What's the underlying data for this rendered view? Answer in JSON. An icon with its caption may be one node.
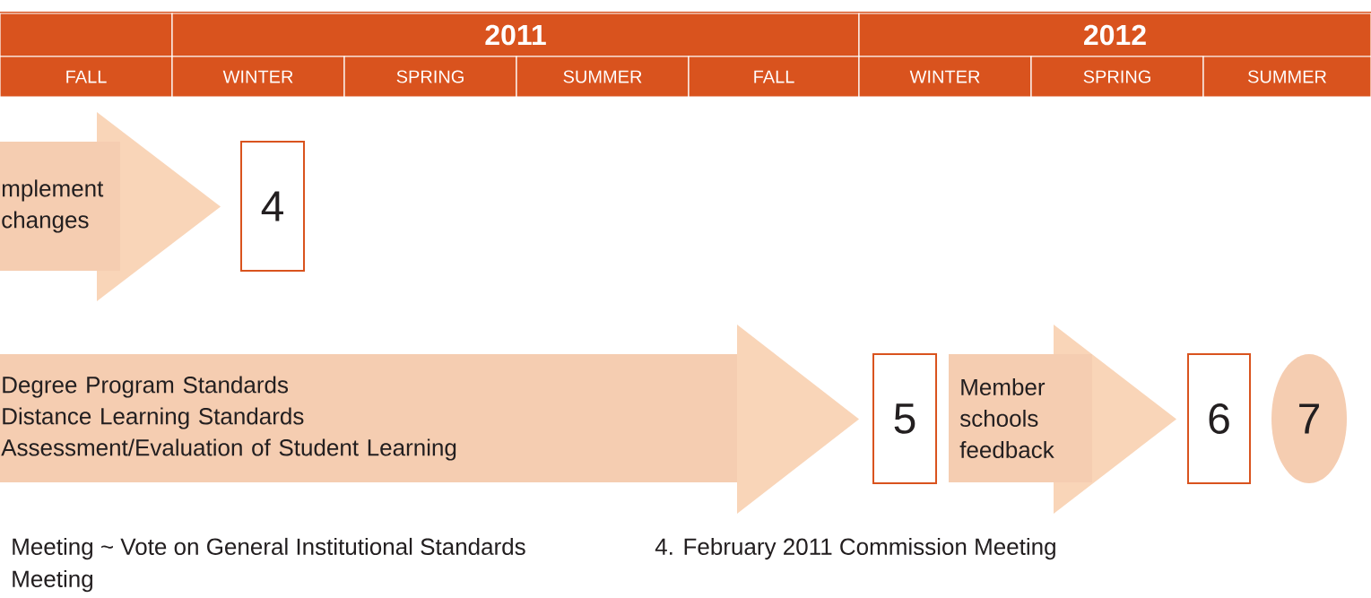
{
  "diagram": {
    "nodes": [
      {
        "text": [],
        "shape": "box"
      },
      {
        "text": [
          "2011"
        ]
      },
      {
        "text": [
          "2012"
        ]
      },
      {
        "text": [
          "FALL"
        ]
      },
      {
        "text": [
          "WINTER"
        ]
      },
      {
        "text": [
          "SPRING"
        ]
      },
      {
        "text": [
          "SUMMER"
        ]
      },
      {
        "text": [
          "FALL"
        ]
      },
      {
        "text": [
          "WINTER"
        ]
      },
      {
        "text": [
          "SPRING"
        ]
      },
      {
        "text": [
          "SUMMER"
        ]
      },
      {
        "text": [
          "mplement changes"
        ]
      },
      {
        "text": [
          "4"
        ]
      },
      {
        "text": [
          "Degree Program Standards",
          "Distance Learning Standards",
          "Assessment/Evaluation of Student Learning"
        ]
      },
      {
        "text": [
          "5"
        ]
      },
      {
        "text": [
          "Member schools feedback"
        ]
      },
      {
        "text": [
          "6"
        ]
      },
      {
        "text": [
          "7"
        ]
      }
    ],
    "labels": [
      "Meeting ~ Vote on General Institutional Standards",
      "4. February 2011 Commission Meeting",
      "Meeting"
    ]
  }
}
